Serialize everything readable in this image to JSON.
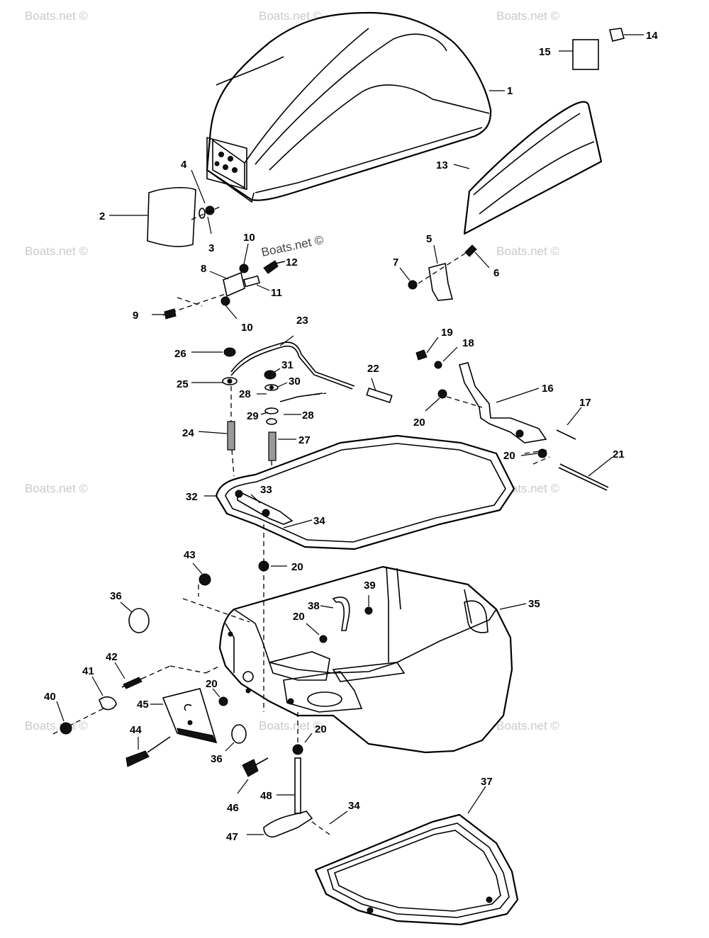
{
  "watermark": "Boats.net ©",
  "brand_watermark": "Boats.net ©",
  "part_labels": {
    "l1": "1",
    "l2": "2",
    "l3": "3",
    "l4": "4",
    "l5": "5",
    "l6": "6",
    "l7": "7",
    "l8": "8",
    "l9": "9",
    "l10a": "10",
    "l10b": "10",
    "l11": "11",
    "l12": "12",
    "l13": "13",
    "l14": "14",
    "l15": "15",
    "l16": "16",
    "l17": "17",
    "l18": "18",
    "l19": "19",
    "l20a": "20",
    "l20b": "20",
    "l20c": "20",
    "l20d": "20",
    "l20e": "20",
    "l20f": "20",
    "l21": "21",
    "l22": "22",
    "l23": "23",
    "l24": "24",
    "l25": "25",
    "l26": "26",
    "l27": "27",
    "l28a": "28",
    "l28b": "28",
    "l29": "29",
    "l30": "30",
    "l31": "31",
    "l32": "32",
    "l33": "33",
    "l34a": "34",
    "l34b": "34",
    "l35": "35",
    "l36a": "36",
    "l36b": "36",
    "l37": "37",
    "l38": "38",
    "l39": "39",
    "l40": "40",
    "l41": "41",
    "l42": "42",
    "l43": "43",
    "l44": "44",
    "l45": "45",
    "l46": "46",
    "l47": "47",
    "l48": "48"
  },
  "colors": {
    "line": "#000000",
    "background": "#ffffff",
    "watermark": "#c9c9c9"
  }
}
